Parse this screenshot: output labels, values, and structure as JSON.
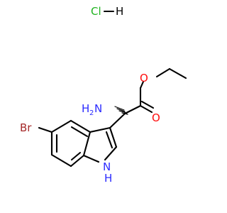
{
  "molecule": {
    "salt": {
      "cl_label": "Cl",
      "h_label": "H"
    },
    "labels": {
      "amine_h2": "H",
      "amine_subscript": "2",
      "amine_n": "N",
      "ester_o": "O",
      "carbonyl_o": "O",
      "bromine": "Br",
      "indole_n": "N",
      "indole_h": "H"
    },
    "colors": {
      "bond": "#000000",
      "chlorine": "#1fb31f",
      "nitrogen": "#2b2bff",
      "oxygen": "#ff0d0d",
      "bromine": "#a52a2a"
    }
  }
}
